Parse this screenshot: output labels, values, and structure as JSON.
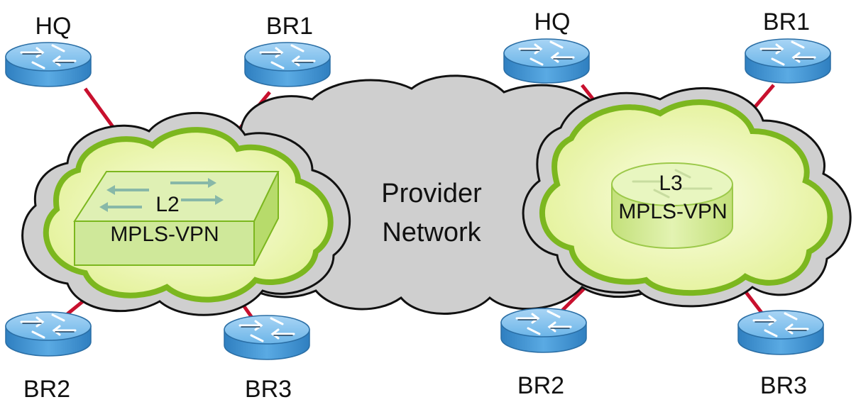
{
  "provider": {
    "line1": "Provider",
    "line2": "Network"
  },
  "l2": {
    "title": "L2",
    "subtitle": "MPLS-VPN",
    "sites": {
      "hq": "HQ",
      "br1": "BR1",
      "br2": "BR2",
      "br3": "BR3"
    }
  },
  "l3": {
    "title": "L3",
    "subtitle": "MPLS-VPN",
    "sites": {
      "hq": "HQ",
      "br1": "BR1",
      "br2": "BR2",
      "br3": "BR3"
    }
  },
  "colors": {
    "provider_cloud": "#cfcfcf",
    "vpn_cloud_fill": "#eef7b4",
    "vpn_cloud_stroke": "#7cb71f",
    "link": "#c8102e",
    "router": "#4d9fd9"
  },
  "icons": {
    "router": "router-icon",
    "switch": "switch-icon",
    "cloud": "cloud-icon"
  }
}
